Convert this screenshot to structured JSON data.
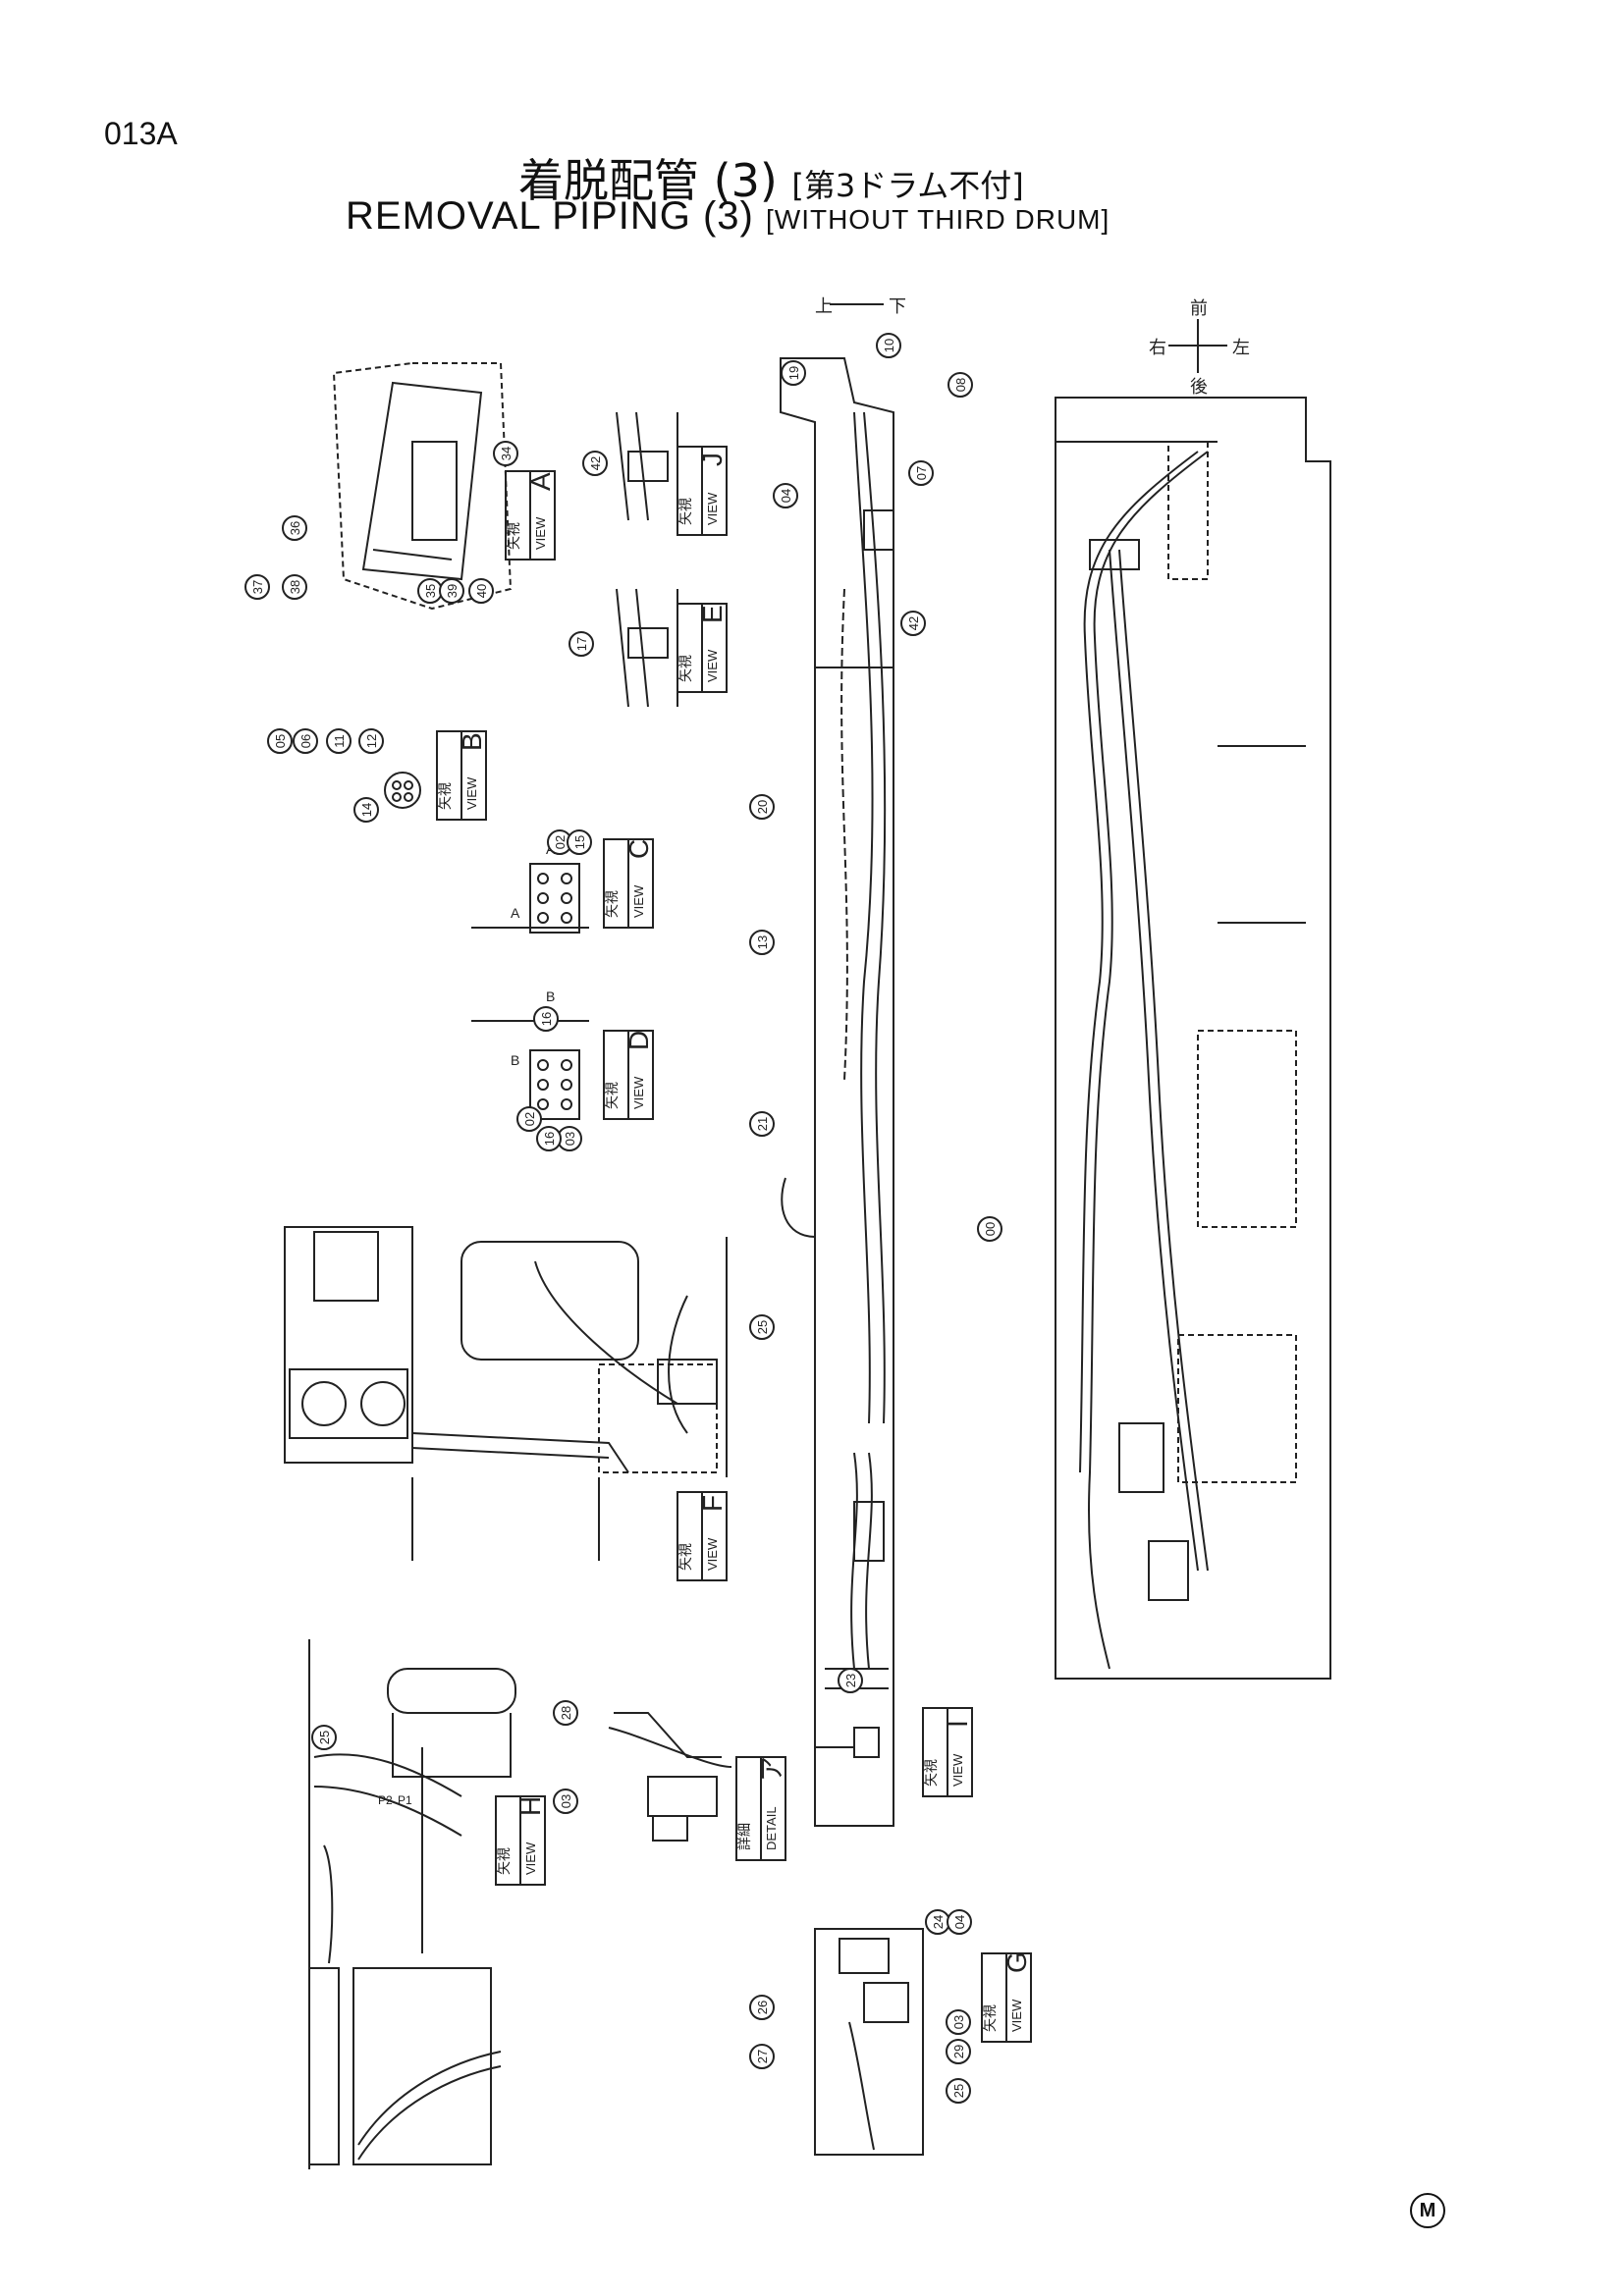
{
  "page_code": "013A",
  "title": {
    "jp": "着脱配管",
    "jp_num": "(3)",
    "jp_sub": "[第3ドラム不付]",
    "en": "REMOVAL PIPING",
    "en_num": "(3)",
    "en_sub": "[WITHOUT THIRD DRUM]"
  },
  "direction_keys": {
    "top": [
      "上",
      "下"
    ],
    "right": [
      "右",
      "前",
      "後",
      "左"
    ]
  },
  "view_boxes": [
    {
      "jp": "矢視",
      "en": "VIEW",
      "letter": "A"
    },
    {
      "jp": "矢視",
      "en": "VIEW",
      "letter": "J"
    },
    {
      "jp": "矢視",
      "en": "VIEW",
      "letter": "E"
    },
    {
      "jp": "矢視",
      "en": "VIEW",
      "letter": "B"
    },
    {
      "jp": "矢視",
      "en": "VIEW",
      "letter": "C"
    },
    {
      "jp": "矢視",
      "en": "VIEW",
      "letter": "D"
    },
    {
      "jp": "矢視",
      "en": "VIEW",
      "letter": "F"
    },
    {
      "jp": "矢視",
      "en": "VIEW",
      "letter": "I"
    },
    {
      "jp": "詳細",
      "en": "DETAIL",
      "letter": "ア"
    },
    {
      "jp": "矢視",
      "en": "VIEW",
      "letter": "H"
    },
    {
      "jp": "矢視",
      "en": "VIEW",
      "letter": "G"
    }
  ],
  "callouts": [
    "36",
    "37",
    "38",
    "34",
    "35",
    "39",
    "40",
    "42",
    "17",
    "05",
    "06",
    "11",
    "12",
    "14",
    "02",
    "15",
    "16",
    "19",
    "10",
    "08",
    "07",
    "04",
    "42",
    "20",
    "13",
    "21",
    "25",
    "00",
    "23",
    "28",
    "03",
    "25",
    "24",
    "04",
    "26",
    "03",
    "29",
    "27",
    "25",
    "03",
    "02",
    "16"
  ],
  "port_labels": [
    "A",
    "B",
    "A",
    "B",
    "P2",
    "P1"
  ],
  "marker": "M"
}
